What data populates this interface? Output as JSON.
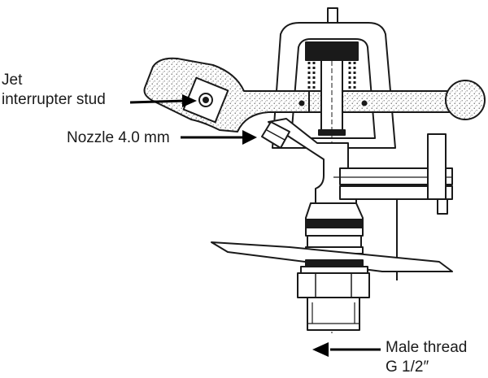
{
  "labels": {
    "jet_interrupter_line1": "Jet",
    "jet_interrupter_line2": "interrupter stud",
    "nozzle": "Nozzle 4.0 mm",
    "male_thread_line1": "Male thread",
    "male_thread_line2": "G 1/2″"
  },
  "colors": {
    "stroke": "#1a1a1a",
    "fill": "#ffffff",
    "stipple": "#555555",
    "arrow": "#000000"
  }
}
